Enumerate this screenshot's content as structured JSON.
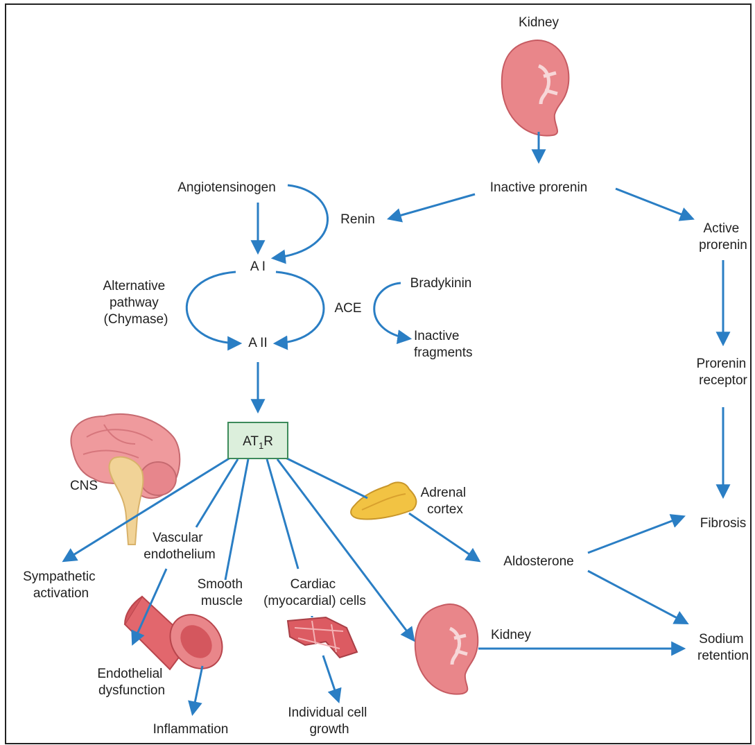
{
  "labels": {
    "kidney_top": "Kidney",
    "inactive_prorenin": "Inactive prorenin",
    "angiotensinogen": "Angiotensinogen",
    "renin": "Renin",
    "active_prorenin": [
      "Active",
      "prorenin"
    ],
    "a1": "A I",
    "a2": "A II",
    "alternative_pathway": [
      "Alternative",
      "pathway",
      "(Chymase)"
    ],
    "ace": "ACE",
    "bradykinin": "Bradykinin",
    "inactive_fragments": [
      "Inactive",
      "fragments"
    ],
    "prorenin_receptor": [
      "Prorenin",
      "receptor"
    ],
    "at1r": {
      "main": "AT",
      "sub": "1",
      "end": "R"
    },
    "cns": "CNS",
    "adrenal_cortex": [
      "Adrenal",
      "cortex"
    ],
    "fibrosis": "Fibrosis",
    "vascular_endothelium": [
      "Vascular",
      "endothelium"
    ],
    "aldosterone": "Aldosterone",
    "sympathetic_activation": [
      "Sympathetic",
      "activation"
    ],
    "smooth_muscle": [
      "Smooth",
      "muscle"
    ],
    "cardiac_cells": [
      "Cardiac",
      "(myocardial) cells"
    ],
    "kidney_bottom": "Kidney",
    "sodium_retention": [
      "Sodium",
      "retention"
    ],
    "endothelial_dysfunction": [
      "Endothelial",
      "dysfunction"
    ],
    "inflammation": "Inflammation",
    "individual_cell_growth": [
      "Individual cell",
      "growth"
    ]
  },
  "icons": [
    "kidney-icon",
    "brain-icon",
    "adrenal-gland-icon",
    "blood-vessel-icon",
    "cardiac-cells-icon"
  ],
  "colors": {
    "arrow": "#2a7ec4",
    "at1r_box_fill": "#dcefdc",
    "at1r_box_border": "#3c8a5a",
    "kidney": "#e9868a",
    "adrenal": "#f2c343"
  }
}
